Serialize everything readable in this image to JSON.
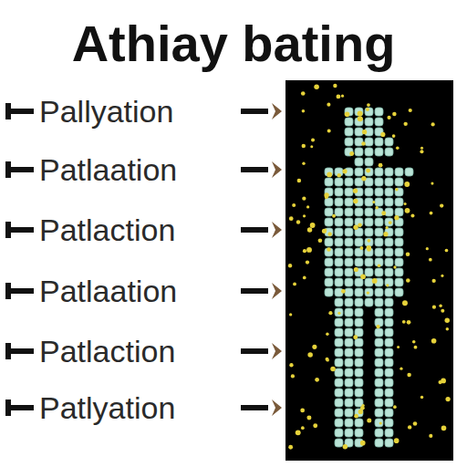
{
  "diagram": {
    "title": "Athiay bating",
    "labels": [
      "Pallyation",
      "Patlaation",
      "Patlaction",
      "Patlaation",
      "Patlaction",
      "Patlyation"
    ]
  }
}
